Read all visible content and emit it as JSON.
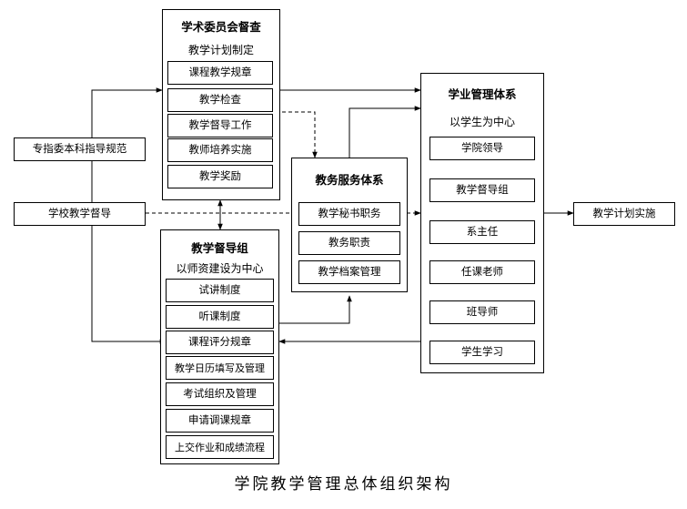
{
  "diagram": {
    "academic_committee": {
      "title": "学术委员会督查",
      "subtitle": "教学计划制定",
      "items": [
        "课程教学规章",
        "教学检查",
        "教学督导工作",
        "教师培养实施",
        "教学奖励"
      ]
    },
    "supervision_group": {
      "title": "教学督导组",
      "subtitle": "以师资建设为中心",
      "items": [
        "试讲制度",
        "听课制度",
        "课程评分规章",
        "教学日历填写及管理",
        "考试组织及管理",
        "申请调课规章",
        "上交作业和成绩流程"
      ]
    },
    "service_system": {
      "title": "教务服务体系",
      "items": [
        "教学秘书职务",
        "教务职责",
        "教学档案管理"
      ]
    },
    "management_system": {
      "title": "学业管理体系",
      "subtitle": "以学生为中心",
      "items": [
        "学院领导",
        "教学督导组",
        "系主任",
        "任课老师",
        "班导师",
        "学生学习"
      ]
    },
    "left_inputs": [
      "专指委本科指导规范",
      "学校教学督导"
    ],
    "output": "教学计划实施",
    "caption": "学院教学管理总体组织架构"
  }
}
